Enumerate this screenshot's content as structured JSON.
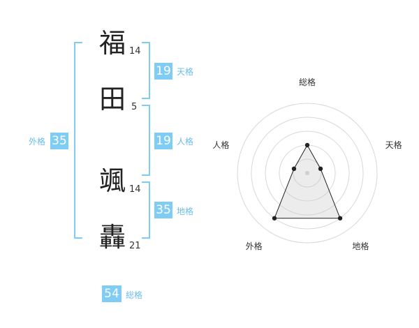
{
  "name_chars": [
    {
      "char": "福",
      "strokes": "14"
    },
    {
      "char": "田",
      "strokes": "5"
    },
    {
      "char": "颯",
      "strokes": "14"
    },
    {
      "char": "轟",
      "strokes": "21"
    }
  ],
  "fortunes": {
    "tenkaku": {
      "value": "19",
      "label": "天格"
    },
    "jinkaku": {
      "value": "19",
      "label": "人格"
    },
    "chikaku": {
      "value": "35",
      "label": "地格"
    },
    "gaikaku": {
      "value": "35",
      "label": "外格"
    },
    "soukaku": {
      "value": "54",
      "label": "総格"
    }
  },
  "chart_data": {
    "type": "radar",
    "axes": [
      "総格",
      "天格",
      "地格",
      "外格",
      "人格"
    ],
    "values": [
      2,
      1,
      4,
      4,
      1
    ],
    "range": [
      0,
      5
    ],
    "rings": 4
  }
}
